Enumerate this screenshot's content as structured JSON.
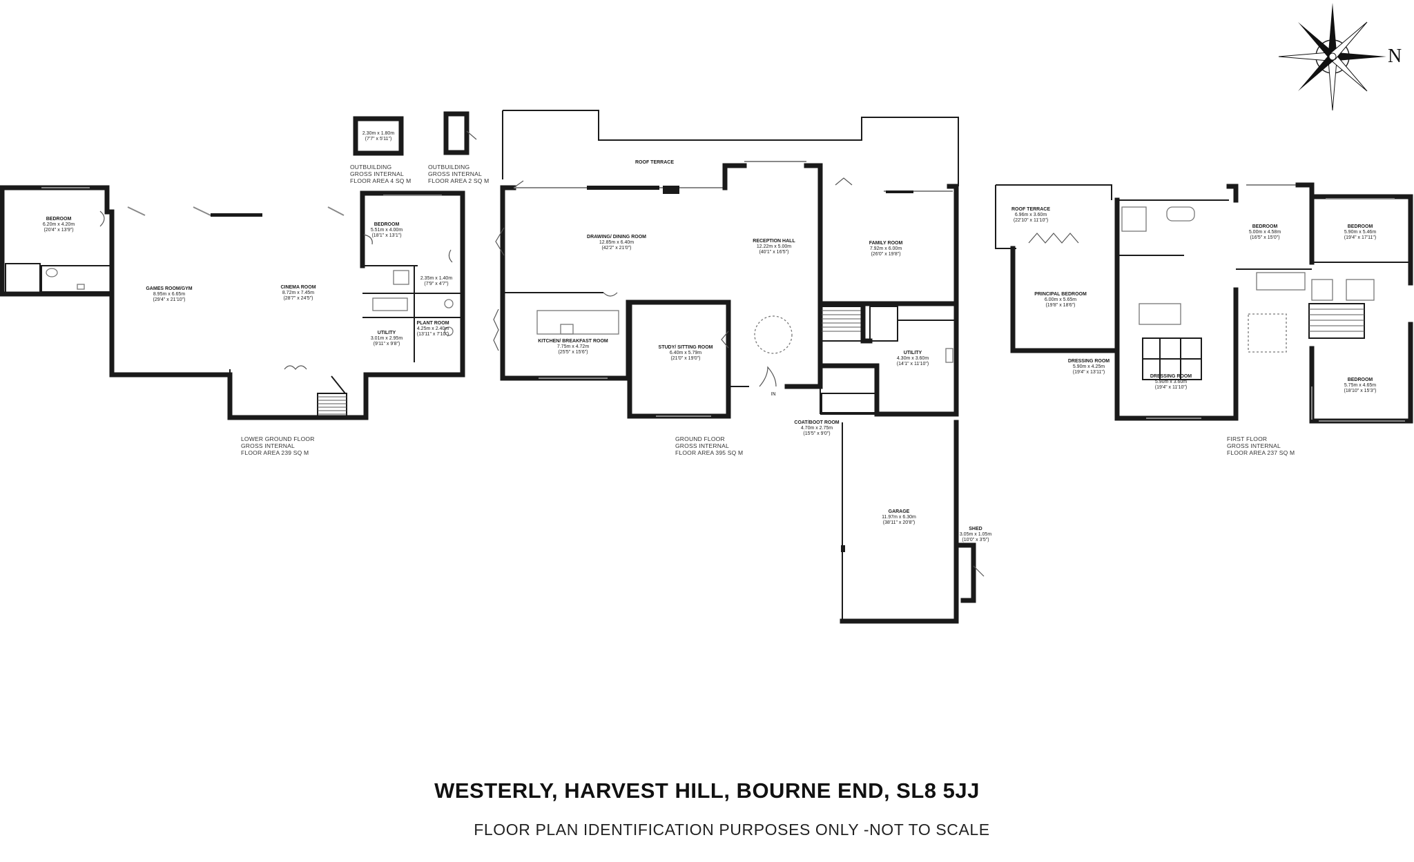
{
  "title": "WESTERLY, HARVEST HILL, BOURNE END, SL8 5JJ",
  "subtitle": "FLOOR PLAN IDENTIFICATION PURPOSES ONLY -NOT TO SCALE",
  "compass": {
    "north_label": "N",
    "icon": "compass-rose-icon"
  },
  "outbuildings": [
    {
      "line1": "OUTBUILDING",
      "line2": "GROSS INTERNAL",
      "line3": "FLOOR AREA 4 SQ M",
      "dims": "2.30m x 1.80m",
      "dims_imp": "(7'7\" x 5'11\")"
    },
    {
      "line1": "OUTBUILDING",
      "line2": "GROSS INTERNAL",
      "line3": "FLOOR AREA 2 SQ M"
    }
  ],
  "floors": {
    "lower_ground": {
      "caption": [
        "LOWER GROUND FLOOR",
        "GROSS INTERNAL",
        "FLOOR AREA 239 SQ M"
      ],
      "rooms": [
        {
          "name": "BEDROOM",
          "dims": "6.20m x 4.20m",
          "dims_imp": "(20'4\" x 13'9\")"
        },
        {
          "name": "GAMES ROOM/GYM",
          "dims": "8.95m x 6.65m",
          "dims_imp": "(29'4\" x 21'10\")"
        },
        {
          "name": "CINEMA ROOM",
          "dims": "8.72m x 7.45m",
          "dims_imp": "(28'7\" x 24'5\")"
        },
        {
          "name": "BEDROOM",
          "dims": "5.51m x 4.00m",
          "dims_imp": "(18'1\" x 13'1\")"
        },
        {
          "name": "",
          "dims": "2.35m x 1.40m",
          "dims_imp": "(7'9\" x 4'7\")"
        },
        {
          "name": "UTILITY",
          "dims": "3.01m x 2.95m",
          "dims_imp": "(9'11\" x 9'8\")"
        },
        {
          "name": "PLANT ROOM",
          "dims": "4.25m x 2.40m",
          "dims_imp": "(13'11\" x 7'10\")"
        }
      ]
    },
    "ground": {
      "caption": [
        "GROUND FLOOR",
        "GROSS INTERNAL",
        "FLOOR AREA 395 SQ M"
      ],
      "rooms": [
        {
          "name": "ROOF TERRACE",
          "dims": "",
          "dims_imp": ""
        },
        {
          "name": "DRAWING/ DINING ROOM",
          "dims": "12.85m x 6.40m",
          "dims_imp": "(42'2\" x 21'0\")"
        },
        {
          "name": "RECEPTION HALL",
          "dims": "12.22m x 5.00m",
          "dims_imp": "(40'1\" x 16'5\")"
        },
        {
          "name": "FAMILY ROOM",
          "dims": "7.92m x 6.00m",
          "dims_imp": "(26'0\" x 19'8\")"
        },
        {
          "name": "KITCHEN/ BREAKFAST ROOM",
          "dims": "7.75m x 4.72m",
          "dims_imp": "(25'5\" x 15'6\")"
        },
        {
          "name": "STUDY/ SITTING ROOM",
          "dims": "6.40m x 5.79m",
          "dims_imp": "(21'0\" x 19'0\")"
        },
        {
          "name": "UTILITY",
          "dims": "4.30m x 3.60m",
          "dims_imp": "(14'1\" x 11'10\")"
        },
        {
          "name": "COAT/BOOT ROOM",
          "dims": "4.70m x 2.75m",
          "dims_imp": "(15'5\" x 9'0\")"
        },
        {
          "name": "GARAGE",
          "dims": "11.97m x 6.30m",
          "dims_imp": "(38'11\" x 20'8\")"
        },
        {
          "name": "SHED",
          "dims": "3.05m x 1.05m",
          "dims_imp": "(10'0\" x 3'5\")"
        }
      ],
      "entrance_label": "IN"
    },
    "first": {
      "caption": [
        "FIRST FLOOR",
        "GROSS INTERNAL",
        "FLOOR AREA 237 SQ M"
      ],
      "rooms": [
        {
          "name": "ROOF TERRACE",
          "dims": "6.96m x 3.60m",
          "dims_imp": "(22'10\" x 11'10\")"
        },
        {
          "name": "PRINCIPAL BEDROOM",
          "dims": "6.00m x 5.65m",
          "dims_imp": "(19'8\" x 18'6\")"
        },
        {
          "name": "BEDROOM",
          "dims": "5.00m x 4.58m",
          "dims_imp": "(16'5\" x 15'0\")"
        },
        {
          "name": "BEDROOM",
          "dims": "5.90m x 5.46m",
          "dims_imp": "(19'4\" x 17'11\")"
        },
        {
          "name": "DRESSING ROOM",
          "dims": "5.90m x 4.25m",
          "dims_imp": "(19'4\" x 13'11\")"
        },
        {
          "name": "DRESSING ROOM",
          "dims": "5.90m x 3.60m",
          "dims_imp": "(19'4\" x 11'10\")"
        },
        {
          "name": "BEDROOM",
          "dims": "5.75m x 4.65m",
          "dims_imp": "(18'10\" x 15'3\")"
        }
      ]
    }
  }
}
